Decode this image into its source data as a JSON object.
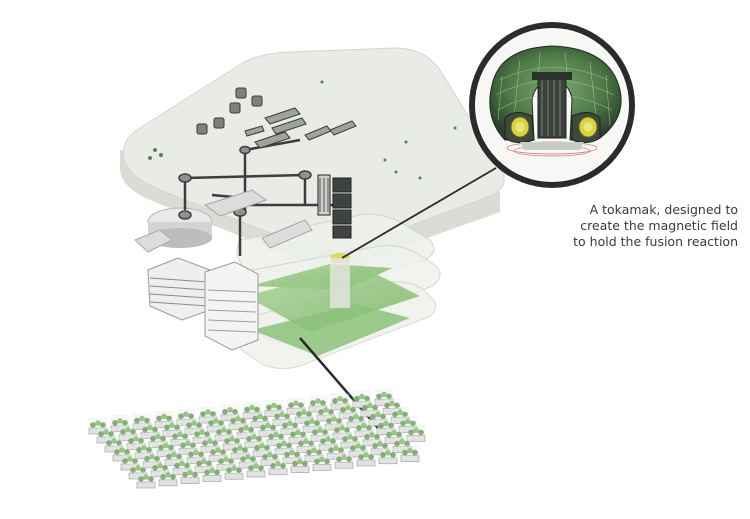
{
  "caption": {
    "lines": [
      "A tokamak, designed to",
      "create the magnetic field",
      "to hold the fusion reaction"
    ]
  },
  "colors": {
    "platform": "#e6e9e4",
    "platform_edge": "#cfd3cc",
    "building": "#f2f2f2",
    "building_dark": "#9ea29d",
    "glass_green": "#b6d8a9",
    "green_floor": "#8cc27a",
    "tokamak_green": "#5f8f55",
    "tokamak_dark": "#2f3a31",
    "accent_yellow": "#d9d43a",
    "line_dark": "#2b2b2b",
    "plant_green": "#5b9a48"
  }
}
